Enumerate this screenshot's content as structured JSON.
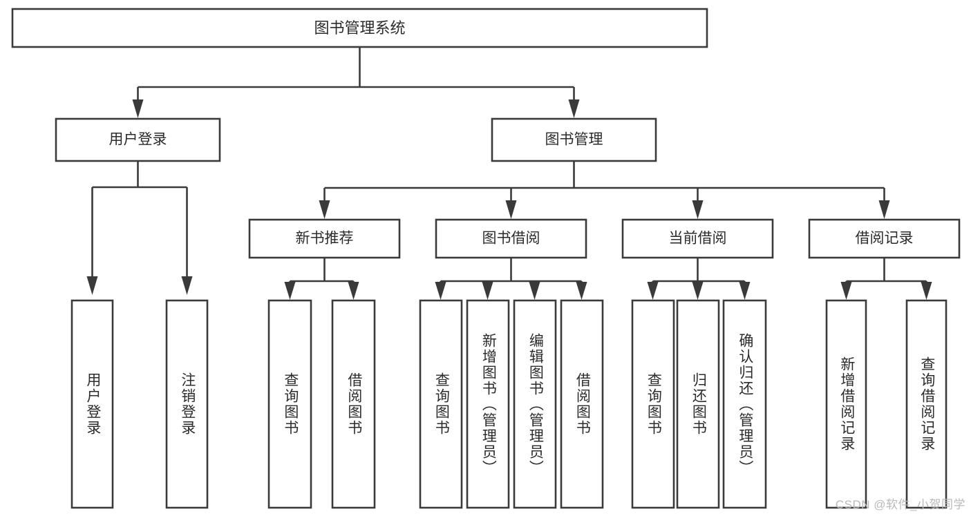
{
  "diagram": {
    "type": "tree",
    "title": "图书管理系统",
    "watermark": "CSDN @软件_小贺同学",
    "colors": {
      "stroke": "#3a3a3a",
      "fill": "#ffffff",
      "text": "#2b2b2b",
      "watermark": "#b9b9b9",
      "background": "#ffffff"
    },
    "root": {
      "label": "图书管理系统"
    },
    "level2": [
      {
        "label": "用户登录"
      },
      {
        "label": "图书管理"
      }
    ],
    "level3": [
      {
        "label": "新书推荐"
      },
      {
        "label": "图书借阅"
      },
      {
        "label": "当前借阅"
      },
      {
        "label": "借阅记录"
      }
    ],
    "leaves": {
      "user_login": [
        {
          "label": "用户登录"
        },
        {
          "label": "注销登录"
        }
      ],
      "new_book_recommend": [
        {
          "label": "查询图书"
        },
        {
          "label": "借阅图书"
        }
      ],
      "book_borrow": [
        {
          "label": "查询图书"
        },
        {
          "label": "新增图书（管理员）"
        },
        {
          "label": "编辑图书（管理员）"
        },
        {
          "label": "借阅图书"
        }
      ],
      "current_borrow": [
        {
          "label": "查询图书"
        },
        {
          "label": "归还图书"
        },
        {
          "label": "确认归还（管理员）"
        }
      ],
      "borrow_records": [
        {
          "label": "新增借阅记录"
        },
        {
          "label": "查询借阅记录"
        }
      ]
    }
  }
}
